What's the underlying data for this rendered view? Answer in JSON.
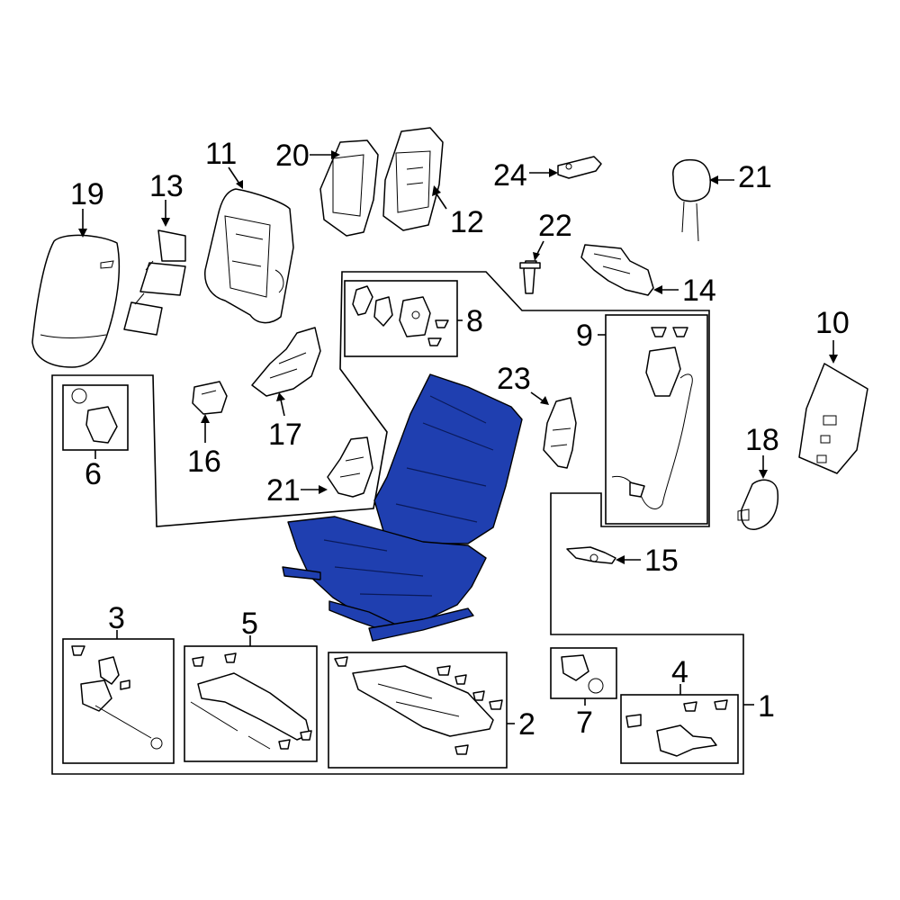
{
  "diagram": {
    "highlight_color": "#1f3fb0",
    "callouts": {
      "n1": "1",
      "n2": "2",
      "n3": "3",
      "n4": "4",
      "n5": "5",
      "n6": "6",
      "n7": "7",
      "n8": "8",
      "n9": "9",
      "n10": "10",
      "n11": "11",
      "n12": "12",
      "n13": "13",
      "n14": "14",
      "n15": "15",
      "n16": "16",
      "n17": "17",
      "n18": "18",
      "n19": "19",
      "n20": "20",
      "n21a": "21",
      "n21b": "21",
      "n22": "22",
      "n23": "23",
      "n24": "24"
    }
  }
}
